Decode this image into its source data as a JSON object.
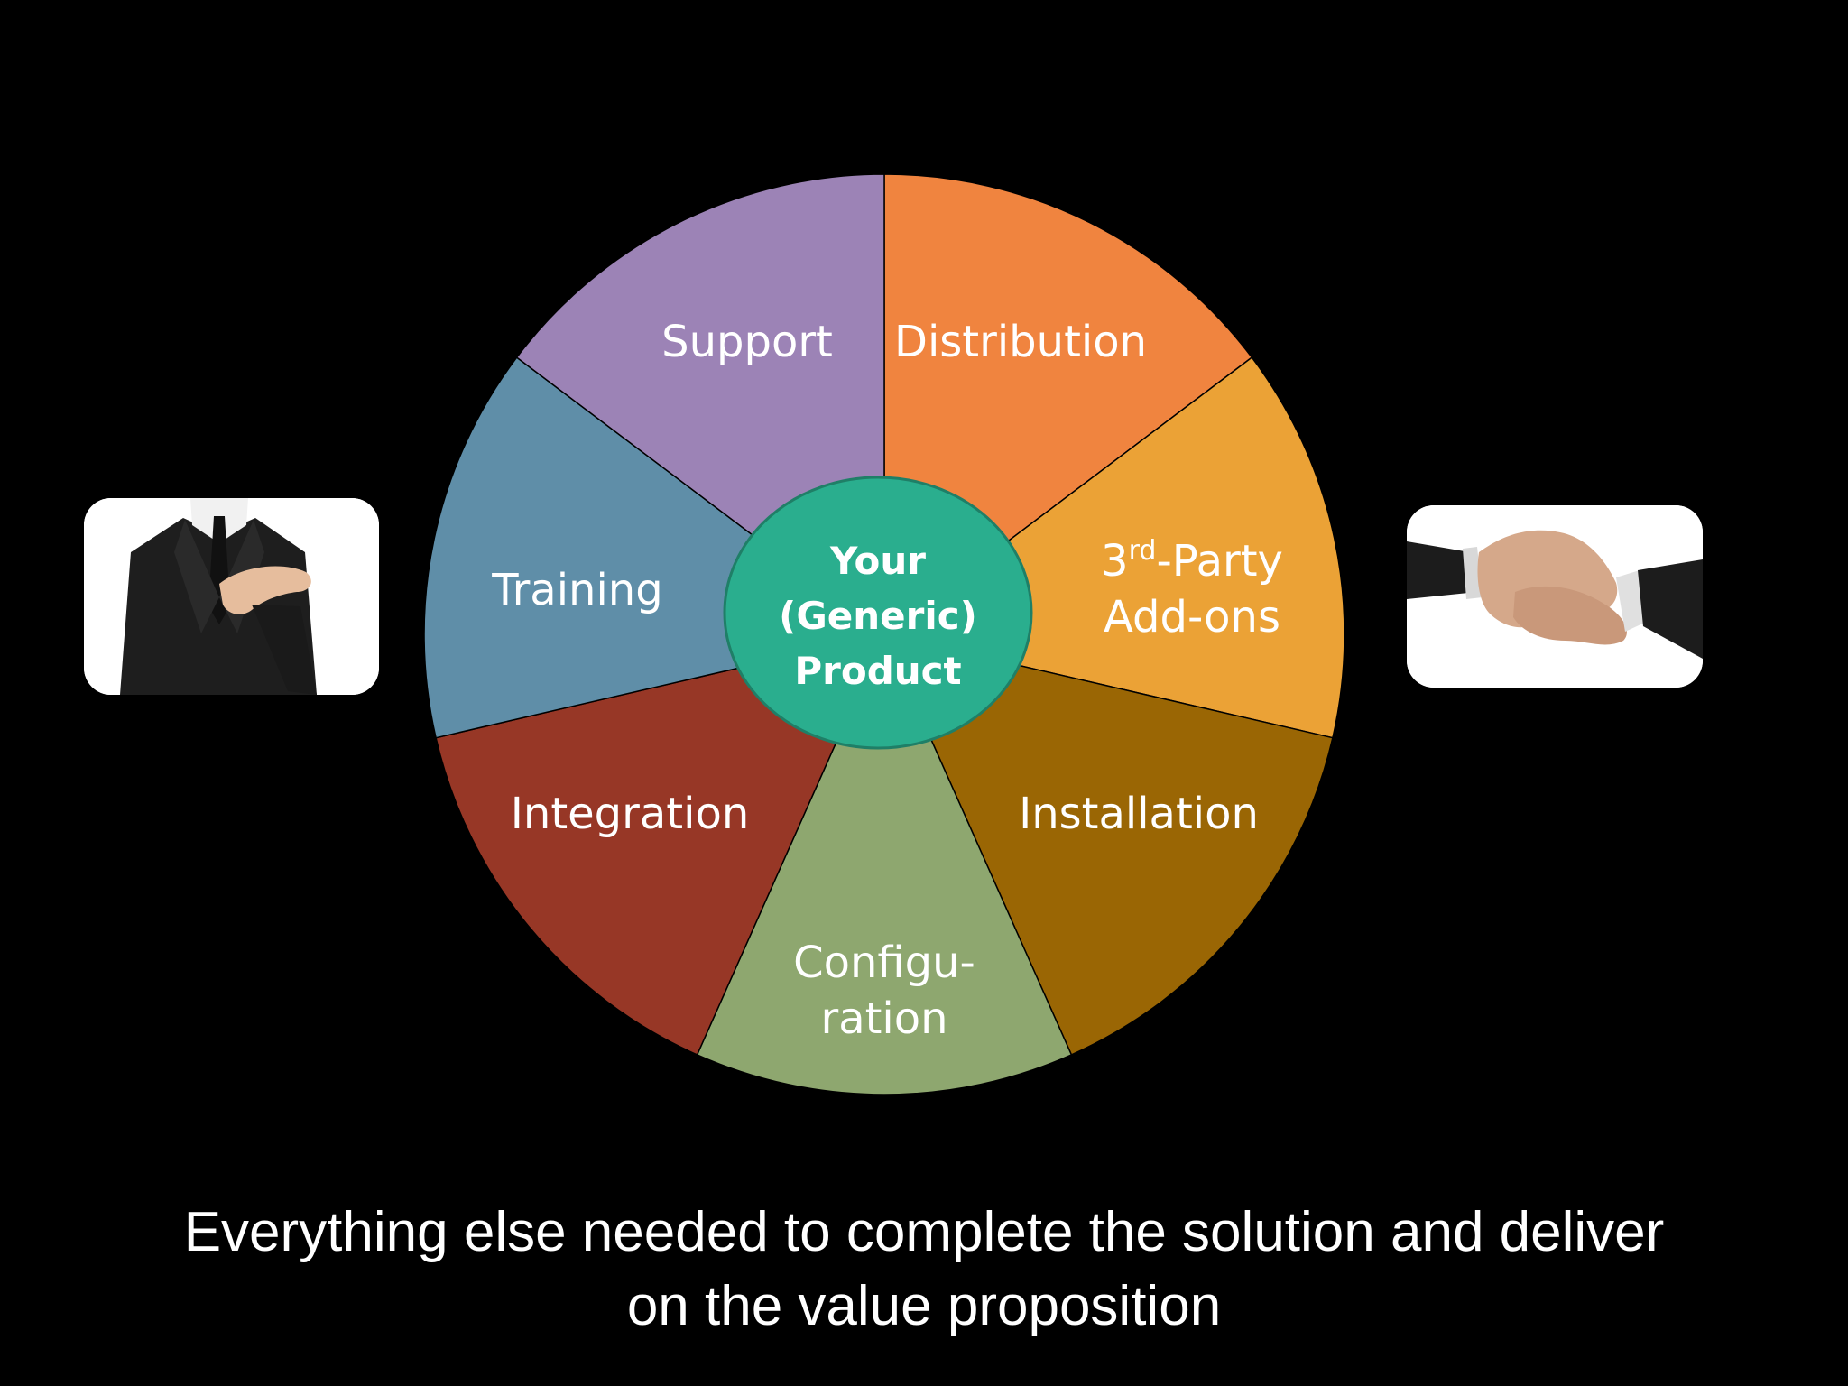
{
  "diagram": {
    "center": {
      "lines": [
        "Your",
        "(Generic)",
        "Product"
      ],
      "color": "#2aae8e",
      "border": "#1f7f67"
    },
    "segments": [
      {
        "name": "distribution",
        "lines": [
          "Distribution"
        ],
        "color": "#f0843f"
      },
      {
        "name": "third-party",
        "lines": [
          "3rd-Party",
          "Add-ons"
        ],
        "color": "#eba236"
      },
      {
        "name": "installation",
        "lines": [
          "Installation"
        ],
        "color": "#9a6604"
      },
      {
        "name": "configuration",
        "lines": [
          "Configu-",
          "ration"
        ],
        "color": "#8ea76f"
      },
      {
        "name": "integration",
        "lines": [
          "Integration"
        ],
        "color": "#973726"
      },
      {
        "name": "training",
        "lines": [
          "Training"
        ],
        "color": "#5f8ea8"
      },
      {
        "name": "support",
        "lines": [
          "Support"
        ],
        "color": "#9c83b6"
      }
    ],
    "third_party_parts": {
      "number": "3",
      "sup": "rd",
      "rest": "-Party"
    }
  },
  "images": {
    "left": "businessman-hand-on-heart-photo",
    "right": "handshake-photo"
  },
  "caption": {
    "line1": "Everything else needed to complete the solution and deliver",
    "line2": "on the value proposition"
  }
}
